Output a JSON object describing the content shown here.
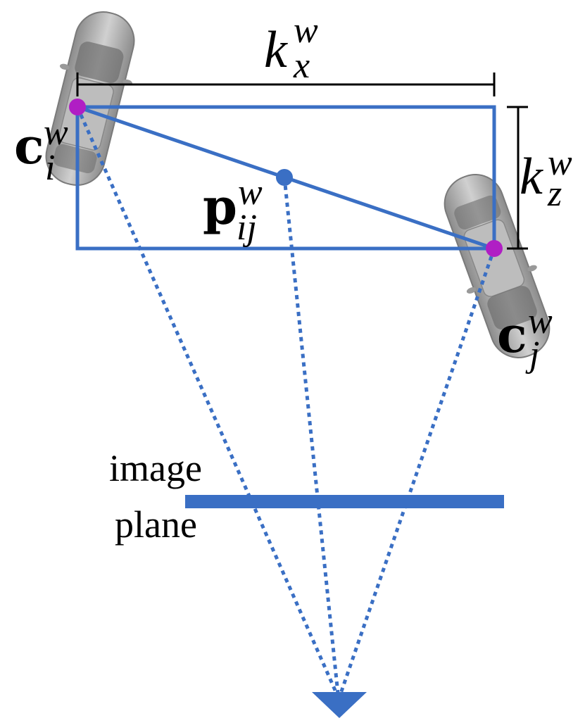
{
  "labels": {
    "kx_base": "k",
    "kx_sup": "w",
    "kx_sub": "x",
    "kz_base": "k",
    "kz_sup": "w",
    "kz_sub": "z",
    "ci_base": "c",
    "ci_sup": "w",
    "ci_sub": "i",
    "cj_base": "c",
    "cj_sup": "w",
    "cj_sub": "j",
    "p_base": "p",
    "p_sup": "w",
    "p_sub": "ij",
    "image_plane_line1": "image",
    "image_plane_line2": "plane"
  },
  "colors": {
    "blue": "#3a6fc4",
    "magenta": "#b01ec4",
    "black": "#000000",
    "car_body": "#a9a9a9"
  },
  "icons": {
    "car_left": "car-top-view-icon",
    "car_right": "car-top-view-icon",
    "camera": "camera-triangle-icon"
  }
}
